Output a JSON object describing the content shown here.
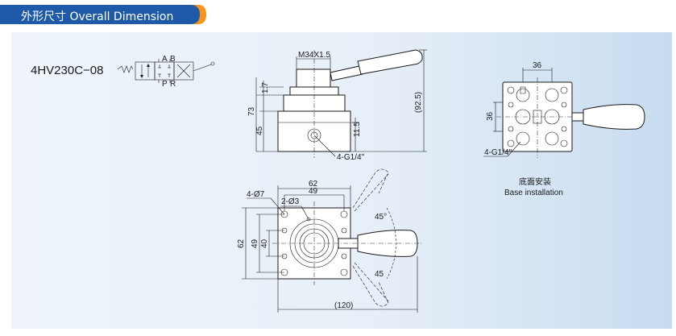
{
  "header": {
    "title": "外形尺寸 Overall Dimension",
    "bar_color": "#1f5aa8",
    "accent_color": "#f7941d"
  },
  "model": "4HV230C−08",
  "symbol_ports": {
    "a": "A",
    "b": "B",
    "p": "P",
    "r": "R"
  },
  "front_view": {
    "thread": "M34X1.5",
    "dim_height": "73",
    "dim_body": "45",
    "dim_cap": "1.7",
    "dim_port": "11.5",
    "dim_total": "(92.5)",
    "port_label": "4-G1/4\""
  },
  "base_view": {
    "dim_width": "36",
    "dim_height": "36",
    "port_label": "4-G1/4\"",
    "caption_cn": "底面安装",
    "caption_en": "Base installation"
  },
  "top_view": {
    "width_outer": "62",
    "width_inner": "49",
    "hole_label": "4-Ø7",
    "pin_label": "2-Ø3",
    "height_outer": "62",
    "height_mid": "49",
    "height_inner": "40",
    "angle_top": "45°",
    "angle_bottom": "45",
    "handle_length": "(120)"
  }
}
